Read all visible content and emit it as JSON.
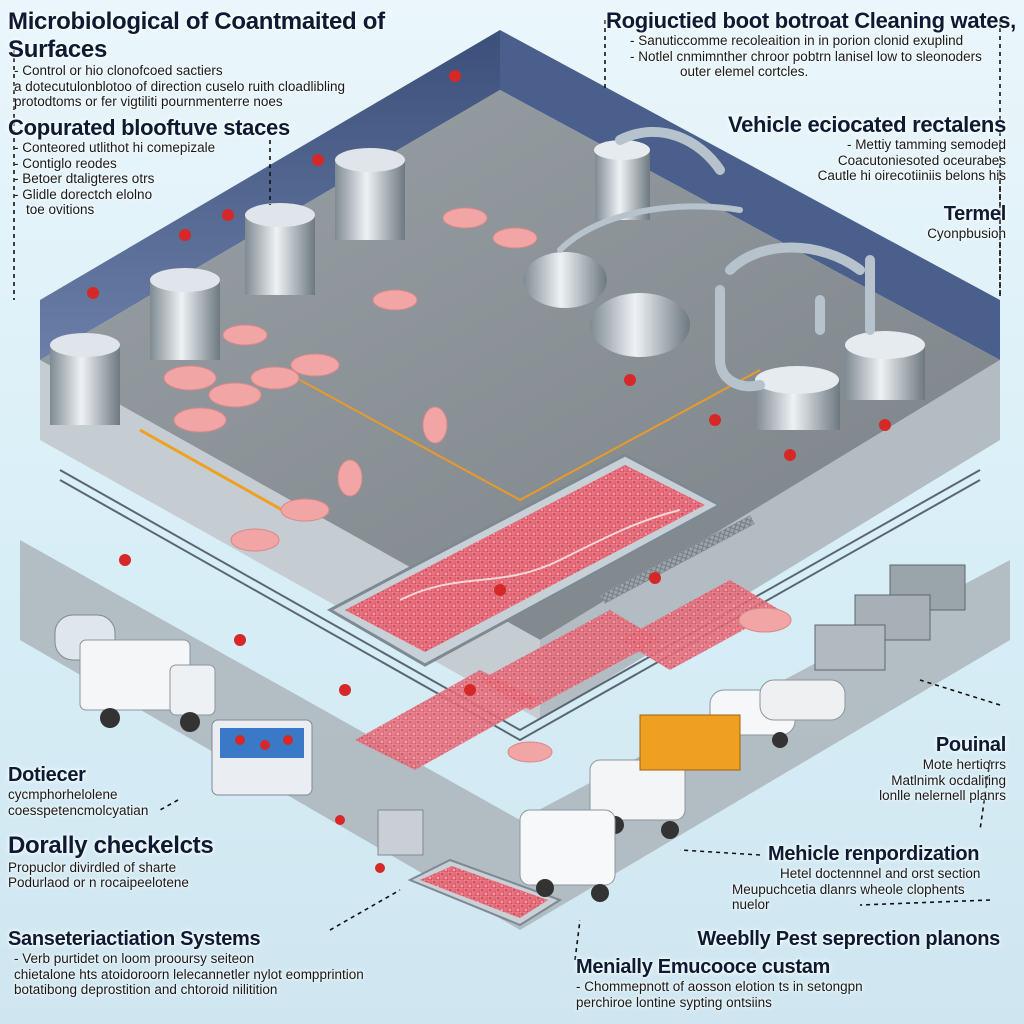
{
  "labels": {
    "top_left": {
      "title": "Microbiological of Coantmaited of Surfaces",
      "lines": [
        "Control or hio clonofcoed sactiers",
        "a dotecutulonblotoo of direction cuselo ruith cloadlibling",
        "protodtoms or fer vigtiliti pournmenterre noes"
      ]
    },
    "top_right": {
      "title": "Rogiuctied boot botroat Cleaning wates,",
      "lines": [
        "Sanuticcomme recoleaition in in porion clonid exuplind",
        "Notlel cnmimnther chroor pobtrn lanisel low to sleonoders",
        "outer elemel cortcles."
      ]
    },
    "left_1": {
      "title": "Copurated blooftuve staces",
      "lines": [
        "Conteored utlithot hi comepizale",
        "Contiglo reodes",
        "Betoer dtaligteres otrs",
        "Glidle dorectch elolno",
        "toe ovitions"
      ]
    },
    "right_1": {
      "title": "Vehicle eciocated rectalens",
      "lines": [
        "Mettiy tamming semoded",
        "Coacutoniesoted oceurabes",
        "Cautle hi oirecotiiniis belons his"
      ]
    },
    "right_2": {
      "title": "Termel",
      "lines": [
        "Cyonpbusion"
      ]
    },
    "left_2": {
      "title": "Dotiecer",
      "lines": [
        "cycmphorhelolene",
        "coesspetencmolcyatian"
      ]
    },
    "left_3": {
      "title": "Dorally checkelcts",
      "lines": [
        "Propuclor divirdled of sharte",
        "Podurlaod or n rocaipeelotene"
      ]
    },
    "right_3": {
      "title": "Pouinal",
      "lines": [
        "Mote hertiorrs",
        "Matlnimk ocdaliting",
        "lonlle nelernell planrs"
      ]
    },
    "right_4": {
      "title": "Mehicle renpordization",
      "lines": [
        "Hetel doctennnel and orst section",
        "Meupuchcetia dlanrs wheole clophents",
        "nuelor"
      ]
    },
    "left_4": {
      "title": "Sanseteriactiation Systems",
      "lines": [
        "Verb purtidet on loom prooursy seiteon",
        "chietalone hts atoidoroorn lelecannetler nylot eompprintion",
        "botatibong deprostition and chtoroid nilitition"
      ]
    },
    "right_5": {
      "title": "Weeblly Pest seprection planons",
      "lines": []
    },
    "bottom_center": {
      "title": "Menially Emucooce custam",
      "lines": [
        "Chommepnott of aosson elotion ts in setongpn",
        "perchiroe lontine sypting ontsiins"
      ]
    }
  },
  "colors": {
    "accent_red": "#d62828",
    "pipe_steel": "#b7c3cc",
    "floor_gray": "#8d9499",
    "wall_blue": "#3b4f7a",
    "meat_pink": "#e86a7a",
    "pig_pink": "#f2a5a5",
    "safety_orange": "#f0a020"
  }
}
